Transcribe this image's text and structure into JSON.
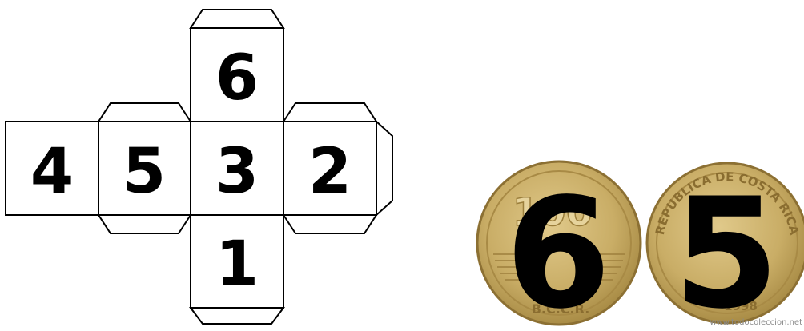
{
  "die_net": {
    "top_face": "6",
    "left_far_face": "4",
    "left_face": "5",
    "center_face": "3",
    "right_face": "2",
    "bottom_face": "1"
  },
  "coins": {
    "left": {
      "overlay_number": "6",
      "denomination": "100",
      "issuer_initials": "B.C.C.R."
    },
    "right": {
      "overlay_number": "5",
      "legend": "REPUBLICA DE COSTA RICA",
      "year": "1998"
    }
  },
  "watermark": "www.todocoleccion.net",
  "colors": {
    "outline": "#000000",
    "coin_gold": "#c9ad66",
    "coin_rim": "#a88a45"
  }
}
